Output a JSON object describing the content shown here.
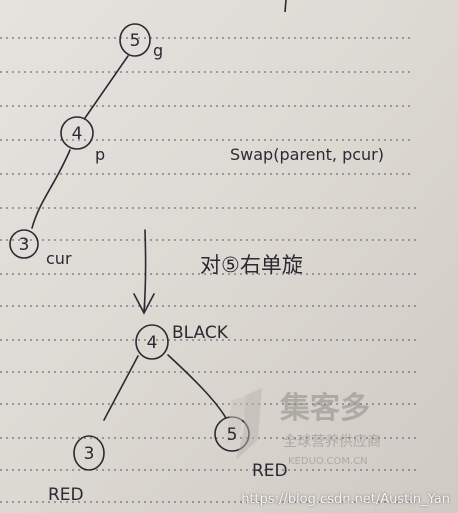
{
  "nodes": {
    "g": {
      "num": "5",
      "tag": "g"
    },
    "p": {
      "num": "4",
      "tag": "p"
    },
    "cur": {
      "num": "3",
      "tag": "cur"
    },
    "new_root": {
      "num": "4",
      "tag": "BLACK"
    },
    "new_left": {
      "num": "3",
      "tag": "RED"
    },
    "new_right": {
      "num": "5",
      "tag": "RED"
    }
  },
  "annotations": {
    "swap": "Swap(parent, pcur)",
    "rotate": "对⑤右单旋"
  },
  "watermark": {
    "brand": "集客多",
    "slogan": "全球营养供应商",
    "domain": "KEDUO.COM.CN",
    "csdn_url": "https://blog.csdn.net/Austin_Yan"
  }
}
